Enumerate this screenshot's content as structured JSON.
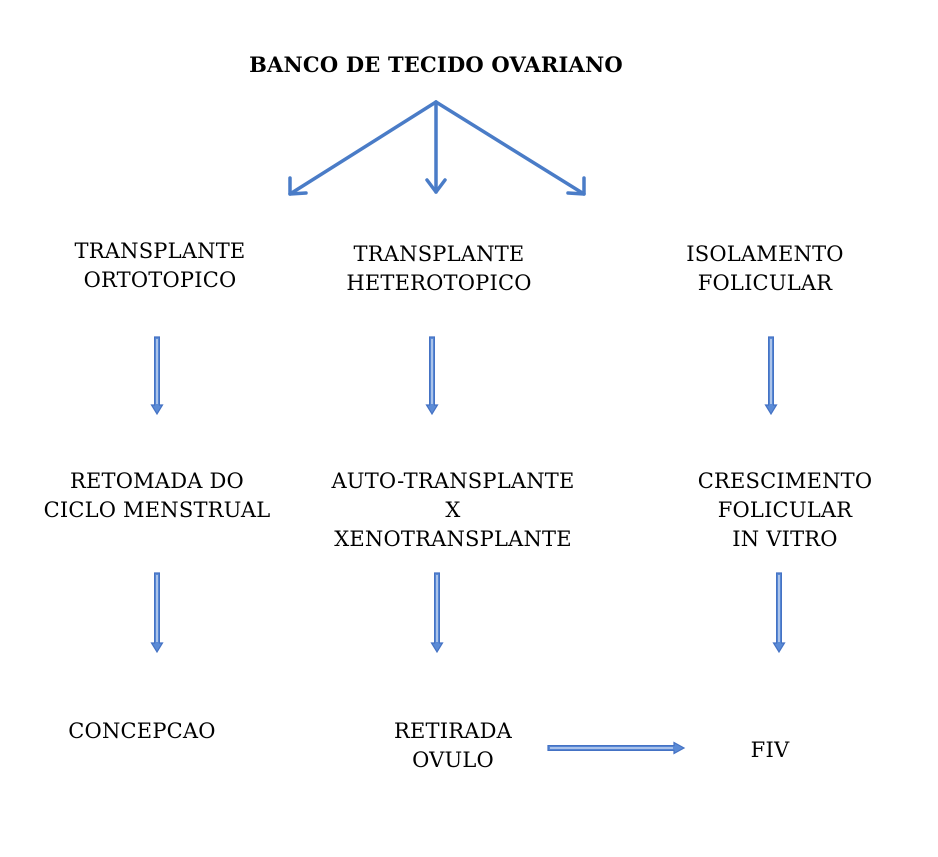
{
  "title": "BANCO DE TECIDO OVARIANO",
  "nodes": {
    "orto": [
      "TRANSPLANTE",
      "ORTOTOPICO"
    ],
    "hetero": [
      "TRANSPLANTE",
      "HETEROTOPICO"
    ],
    "isol": [
      "ISOLAMENTO",
      "FOLICULAR"
    ],
    "retomada": [
      "RETOMADA DO",
      "CICLO MENSTRUAL"
    ],
    "auto": [
      "AUTO-TRANSPLANTE",
      "X",
      "XENOTRANSPLANTE"
    ],
    "cresc": [
      "CRESCIMENTO",
      "FOLICULAR",
      "IN VITRO"
    ],
    "concepcao": [
      "CONCEPCAO"
    ],
    "retirada": [
      "RETIRADA",
      "OVULO"
    ],
    "fiv": [
      "FIV"
    ]
  },
  "colors": {
    "arrow": "#4472c4",
    "arrow_fill": "#5b8bd6",
    "arrow_highlight": "#d9e4f5",
    "text": "#000000"
  }
}
